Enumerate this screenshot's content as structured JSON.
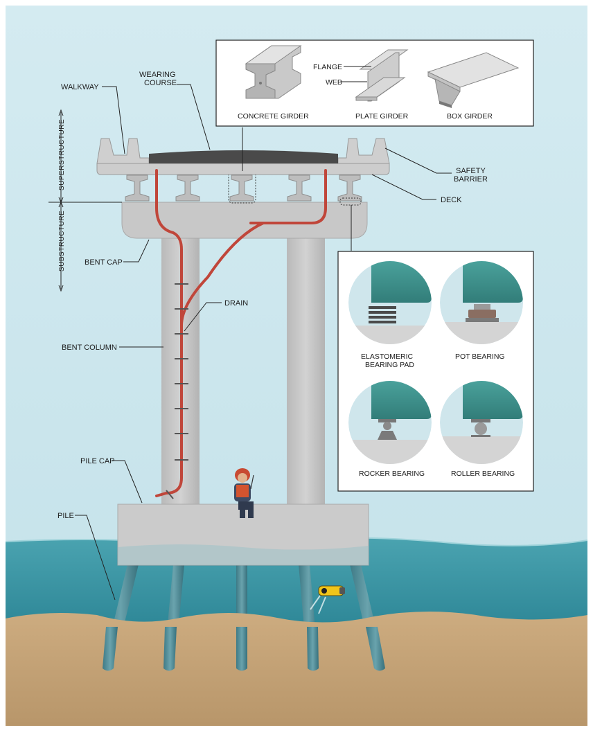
{
  "labels": {
    "walkway": "WALKWAY",
    "wearing_course": [
      "WEARING",
      "COURSE"
    ],
    "safety_barrier": [
      "SAFETY",
      "BARRIER"
    ],
    "deck": "DECK",
    "bent_cap": "BENT CAP",
    "drain": "DRAIN",
    "bent_column": "BENT COLUMN",
    "pile_cap": "PILE CAP",
    "pile": "PILE",
    "superstructure": "SUPERSTRUCTURE",
    "substructure": "SUBSTRUCTURE"
  },
  "girders": {
    "flange": "FLANGE",
    "web": "WEB",
    "concrete": "CONCRETE GIRDER",
    "plate": "PLATE GIRDER",
    "box": "BOX GIRDER"
  },
  "bearings": {
    "elastomeric": [
      "ELASTOMERIC",
      "BEARING PAD"
    ],
    "pot": "POT BEARING",
    "rocker": "ROCKER BEARING",
    "roller": "ROLLER BEARING"
  },
  "colors": {
    "sky": "#cfe8ef",
    "water": "#3f9aa8",
    "seabed": "#c8a679",
    "concrete": "#c6c6c6",
    "drain": "#c0463a",
    "girder_teal": "#3f8f8a"
  }
}
